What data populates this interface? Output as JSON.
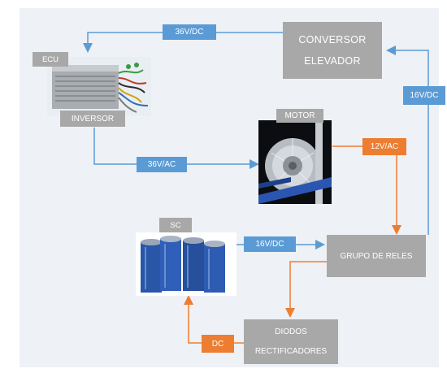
{
  "nodes": {
    "conversor_line1": "CONVERSOR",
    "conversor_line2": "ELEVADOR",
    "ecu": "ECU",
    "inversor": "INVERSOR",
    "motor": "MOTOR",
    "sc": "SC",
    "grupo_reles": "GRUPO DE RELES",
    "diodos_line1": "DIODOS",
    "diodos_line2": "RECTIFICADORES"
  },
  "labels": {
    "top_36vdc": "36V/DC",
    "right_16vdc": "16V/DC",
    "mid_36vac": "36V/AC",
    "motor_12vac": "12V/AC",
    "sc_16vdc": "16V/DC",
    "bottom_dc": "DC"
  },
  "colors": {
    "blue": "#5b9bd5",
    "orange": "#ed7d31",
    "gray": "#a8a8a8",
    "background": "#eef1f5"
  }
}
